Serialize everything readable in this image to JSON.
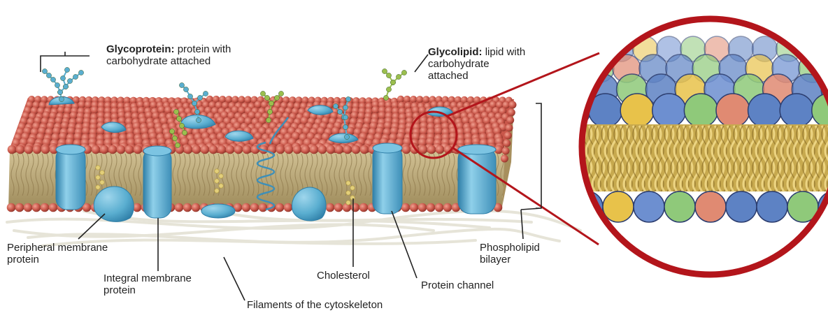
{
  "labels": {
    "glycoprotein_term": "Glycoprotein:",
    "glycoprotein_desc_1": "protein with",
    "glycoprotein_desc_2": "carbohydrate attached",
    "glycolipid_term": "Glycolipid:",
    "glycolipid_desc_1": "lipid with",
    "glycolipid_desc_2": "carbohydrate",
    "glycolipid_desc_3": "attached",
    "peripheral_1": "Peripheral membrane",
    "peripheral_2": "protein",
    "integral_1": "Integral membrane",
    "integral_2": "protein",
    "cholesterol": "Cholesterol",
    "protein_channel": "Protein channel",
    "filaments": "Filaments of the cytoskeleton",
    "phospholipid_1": "Phospholipid",
    "phospholipid_2": "bilayer"
  },
  "colors": {
    "phosphate_head": "#c9574a",
    "lipid_tail": "#b8a06a",
    "protein": "#5aaed0",
    "protein_dark": "#2f7fa8",
    "carbohydrate_blue": "#5aaed0",
    "carbohydrate_green": "#9bbf4e",
    "cholesterol": "#e3cf7a",
    "cytoskeleton": "#e4e2d6",
    "magnifier_ring": "#b3151b",
    "leader_line": "#222222"
  }
}
